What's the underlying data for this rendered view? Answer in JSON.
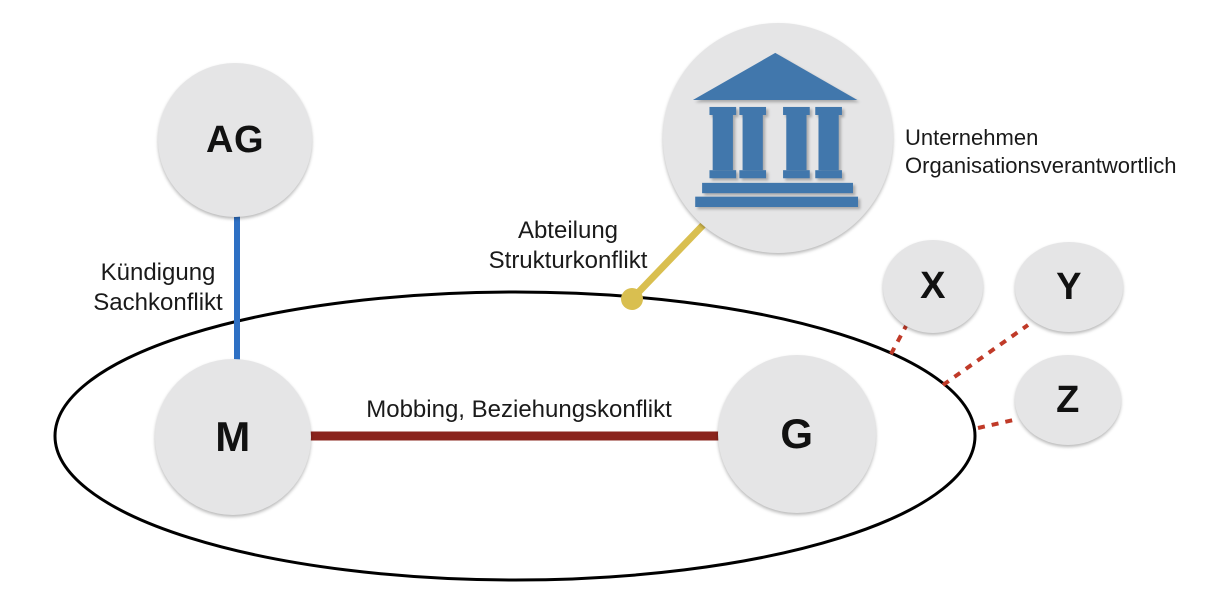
{
  "colors": {
    "node_fill": "#e5e5e6",
    "text": "#1a1a1a",
    "ellipse_stroke": "#000000",
    "blue_line": "#2e70c4",
    "dark_red_line": "#8a241d",
    "yellow_line": "#d9bf50",
    "red_dashed": "#c03a28",
    "building_blue": "#4177ac"
  },
  "nodes": {
    "ag": {
      "label": "AG"
    },
    "m": {
      "label": "M"
    },
    "g": {
      "label": "G"
    },
    "x": {
      "label": "X"
    },
    "y": {
      "label": "Y"
    },
    "z": {
      "label": "Z"
    }
  },
  "labels": {
    "kuendigung": {
      "line1": "Kündigung",
      "line2": "Sachkonflikt"
    },
    "abteilung": {
      "line1": "Abteilung",
      "line2": "Strukturkonflikt"
    },
    "mobbing": {
      "text": "Mobbing, Beziehungskonflikt"
    },
    "unternehmen": {
      "line1": "Unternehmen",
      "line2": "Organisationsverantwortlich"
    }
  },
  "icons": {
    "organization": "bank-icon"
  }
}
